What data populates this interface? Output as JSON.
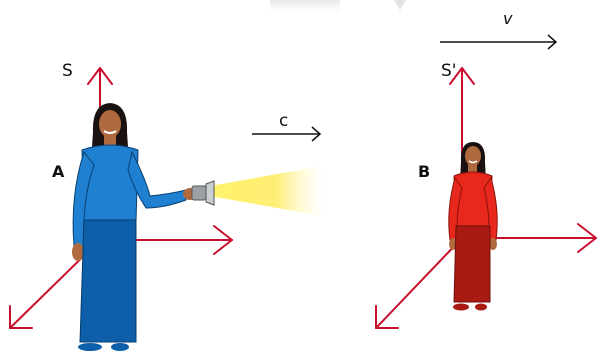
{
  "labels": {
    "frame_a": "S",
    "frame_b": "S'",
    "observer_a": "A",
    "observer_b": "B",
    "light_speed": "c",
    "frame_velocity": "v"
  },
  "colors": {
    "axis": "#c8102e",
    "arrow": "#111111",
    "observer_a_top": "#1f7fd0",
    "observer_a_skirt": "#0c5fa8",
    "observer_b_top": "#e8281c",
    "observer_b_skirt": "#a81a12",
    "light_beam": "#ffe94a",
    "skin": "#b06a3f",
    "hair": "#1a1210"
  },
  "icons": {
    "flashlight": "flashlight-icon"
  }
}
